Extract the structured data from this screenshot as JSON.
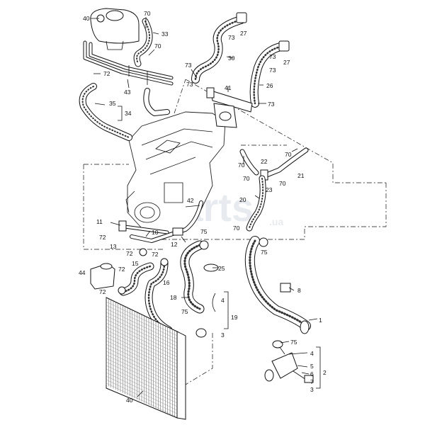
{
  "watermark": {
    "text": "Parts",
    "sub": ".ua"
  },
  "callouts": [
    {
      "id": "c40a",
      "text": "40"
    },
    {
      "id": "c70a",
      "text": "70"
    },
    {
      "id": "c33",
      "text": "33"
    },
    {
      "id": "c70b",
      "text": "70"
    },
    {
      "id": "c72a",
      "text": "72"
    },
    {
      "id": "c43",
      "text": "43"
    },
    {
      "id": "c35",
      "text": "35"
    },
    {
      "id": "c34",
      "text": "34"
    },
    {
      "id": "c73a",
      "text": "73"
    },
    {
      "id": "c27a",
      "text": "27"
    },
    {
      "id": "c73b",
      "text": "73"
    },
    {
      "id": "c30",
      "text": "30"
    },
    {
      "id": "c73c",
      "text": "73"
    },
    {
      "id": "c41",
      "text": "41"
    },
    {
      "id": "c73d",
      "text": "73"
    },
    {
      "id": "c27b",
      "text": "27"
    },
    {
      "id": "c73e",
      "text": "73"
    },
    {
      "id": "c26",
      "text": "26"
    },
    {
      "id": "c73f",
      "text": "73"
    },
    {
      "id": "c70c",
      "text": "70"
    },
    {
      "id": "c22",
      "text": "22"
    },
    {
      "id": "c70d",
      "text": "70"
    },
    {
      "id": "c70e",
      "text": "70"
    },
    {
      "id": "c23",
      "text": "23"
    },
    {
      "id": "c70f",
      "text": "70"
    },
    {
      "id": "c21",
      "text": "21"
    },
    {
      "id": "c42",
      "text": "42"
    },
    {
      "id": "c20",
      "text": "20"
    },
    {
      "id": "c11",
      "text": "11"
    },
    {
      "id": "c72b",
      "text": "72"
    },
    {
      "id": "c13",
      "text": "13"
    },
    {
      "id": "c10",
      "text": "10"
    },
    {
      "id": "c12",
      "text": "12"
    },
    {
      "id": "c72c",
      "text": "72"
    },
    {
      "id": "c72d",
      "text": "72"
    },
    {
      "id": "c75a",
      "text": "75"
    },
    {
      "id": "c70g",
      "text": "70"
    },
    {
      "id": "c75b",
      "text": "75"
    },
    {
      "id": "c15",
      "text": "15"
    },
    {
      "id": "c44",
      "text": "44"
    },
    {
      "id": "c72e",
      "text": "72"
    },
    {
      "id": "c16",
      "text": "16"
    },
    {
      "id": "c72f",
      "text": "72"
    },
    {
      "id": "c25",
      "text": "25"
    },
    {
      "id": "c8",
      "text": "8"
    },
    {
      "id": "c18",
      "text": "18"
    },
    {
      "id": "c4a",
      "text": "4"
    },
    {
      "id": "c75c",
      "text": "75"
    },
    {
      "id": "c19",
      "text": "19"
    },
    {
      "id": "c3a",
      "text": "3"
    },
    {
      "id": "c1",
      "text": "1"
    },
    {
      "id": "c75d",
      "text": "75"
    },
    {
      "id": "c4b",
      "text": "4"
    },
    {
      "id": "c5",
      "text": "5"
    },
    {
      "id": "c6",
      "text": "6"
    },
    {
      "id": "c2",
      "text": "2"
    },
    {
      "id": "c7",
      "text": "7"
    },
    {
      "id": "c3b",
      "text": "3"
    },
    {
      "id": "c40b",
      "text": "40"
    }
  ]
}
